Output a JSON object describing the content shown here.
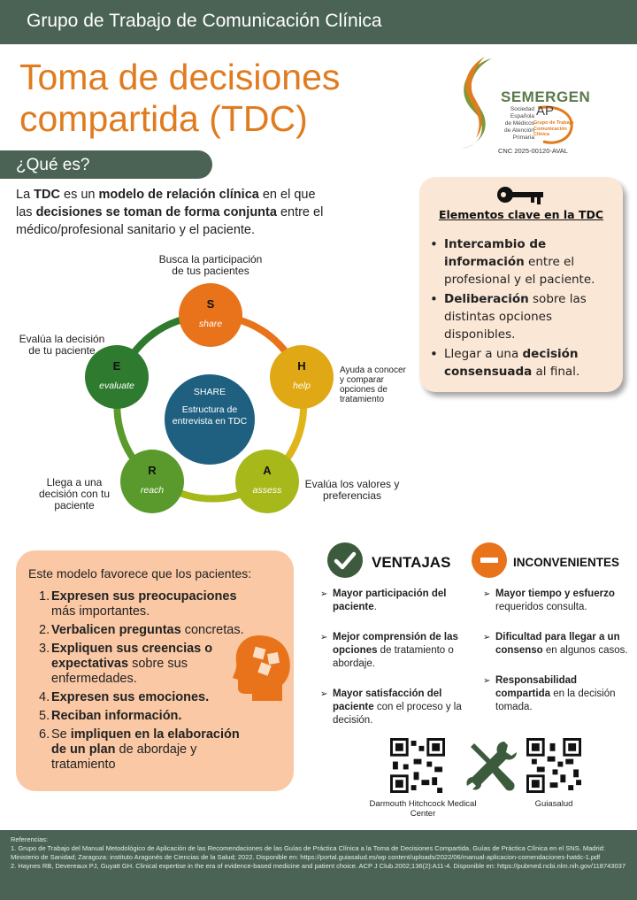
{
  "header": {
    "title": "Grupo de Trabajo de Comunicación Clínica"
  },
  "main_title": {
    "line1": "Toma de decisiones",
    "line2": "compartida (TDC)"
  },
  "logo": {
    "brand": "SEMERGEN",
    "sub_lines": [
      "Sociedad",
      "Española",
      "de Médicos",
      "de Atención",
      "Primaria"
    ],
    "ap": "AP",
    "group_lines": [
      "Grupo de Trabajo",
      "Comunicación",
      "Clínica"
    ],
    "code": "CNC 2025-00120-AVAL"
  },
  "que_es": {
    "label": "¿Qué es?"
  },
  "intro": {
    "p1": "La ",
    "b1": "TDC",
    "p2": " es un ",
    "b2": "modelo de relación clínica",
    "p3": " en el que las ",
    "b3": "decisiones se toman de forma conjunta",
    "p4": " entre el médico/profesional sanitario y el paciente."
  },
  "diagram": {
    "center_title": "SHARE",
    "center_sub": "Estructura de entrevista en TDC",
    "nodes": [
      {
        "letter": "S",
        "word": "share",
        "color": "#e8731b",
        "label": "Busca la participación de tus pacientes"
      },
      {
        "letter": "H",
        "word": "help",
        "color": "#e0a814",
        "label": "Ayuda a conocer y comparar opciones de tratamiento"
      },
      {
        "letter": "A",
        "word": "assess",
        "color": "#a7b81a",
        "label": "Evalúa los valores y preferencias"
      },
      {
        "letter": "R",
        "word": "reach",
        "color": "#5a9a2c",
        "label": "Llega a una decisión con tu paciente"
      },
      {
        "letter": "E",
        "word": "evaluate",
        "color": "#2e7a2e",
        "label": "Evalúa la decisión de tu paciente"
      }
    ]
  },
  "key_elements": {
    "title": "Elementos clave en la TDC",
    "icon": "key-icon",
    "items": [
      {
        "b": "Intercambio de información",
        "t": " entre el profesional y el paciente."
      },
      {
        "b": "Deliberación",
        "t": " sobre las distintas opciones disponibles."
      },
      {
        "pre": "Llegar a una ",
        "b": "decisión consensuada",
        "t": " al final."
      }
    ]
  },
  "benefits": {
    "intro": "Este modelo favorece que los pacientes:",
    "items": [
      {
        "n": "1.",
        "b": "Expresen sus preocupaciones",
        "t": " más importantes."
      },
      {
        "n": "2.",
        "b": "Verbalicen preguntas",
        "t": " concretas."
      },
      {
        "n": "3.",
        "b": "Expliquen sus creencias o expectativas",
        "t": " sobre sus enfermedades."
      },
      {
        "n": "4.",
        "b": "Expresen sus emociones.",
        "t": ""
      },
      {
        "n": "5.",
        "b": "Reciban información.",
        "t": ""
      },
      {
        "n": "6.",
        "pre": "Se ",
        "b": "impliquen en la elaboración de un plan",
        "t": " de abordaje y tratamiento"
      }
    ]
  },
  "ventajas": {
    "title": "VENTAJAS",
    "icon": "check-icon",
    "items": [
      {
        "b": "Mayor participación del paciente",
        "t": "."
      },
      {
        "b": "Mejor comprensión de las opciones",
        "t": " de tratamiento o abordaje."
      },
      {
        "b": "Mayor satisfacción del paciente",
        "t": " con el proceso y la decisión."
      }
    ]
  },
  "inconvenientes": {
    "title": "INCONVENIENTES",
    "icon": "minus-icon",
    "items": [
      {
        "b": "Mayor tiempo y esfuerzo",
        "t": " requeridos consulta."
      },
      {
        "b": "Dificultad para llegar a un consenso",
        "t": " en algunos casos."
      },
      {
        "b": "Responsabilidad compartida",
        "t": " en la decisión tomada."
      }
    ]
  },
  "resources": {
    "qr1_label": "Darmouth Hitchcock Medical Center",
    "qr2_label": "Guiasalud"
  },
  "footer": {
    "heading": "Referencias:",
    "ref1": "1. Grupo de Trabajo del Manual Metodológico de Aplicación de las Recomendaciones de las Guías de Práctica Clínica a la Toma de Decisiones Compartida. Guías de Práctica Clínica en el SNS. Madrid: Ministerio de Sanidad; Zaragoza: instituto Aragonés de Ciencias de la Salud; 2022. Disponible en: https://portal.guiasalud.es/wp content/uploads/2022/06/manual-aplicacion-comendaciones-hatdc-1.pdf",
    "ref2": "2. Haynes RB, Devereaux PJ, Guyatt GH. Clinical expertise in the era of evidence-based medicine and patient choice. ACP J Club.2002;136(2):A11-4. Disponible en: https://pubmed.ncbi.nlm.nih.gov/118743037"
  },
  "colors": {
    "header_green": "#4a6355",
    "title_orange": "#e07b1e",
    "center_blue": "#1f6081",
    "key_box_bg": "#fbe7d5",
    "benefit_box_bg": "#fac8a4",
    "ventajas_green": "#3c5a3c",
    "inconvenientes_orange": "#e8731b"
  }
}
